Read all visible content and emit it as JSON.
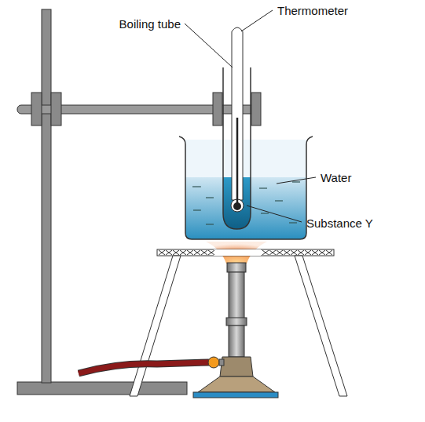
{
  "diagram": {
    "labels": [
      "Boiling tube",
      "Thermometer",
      "Water",
      "Substance Y"
    ]
  }
}
